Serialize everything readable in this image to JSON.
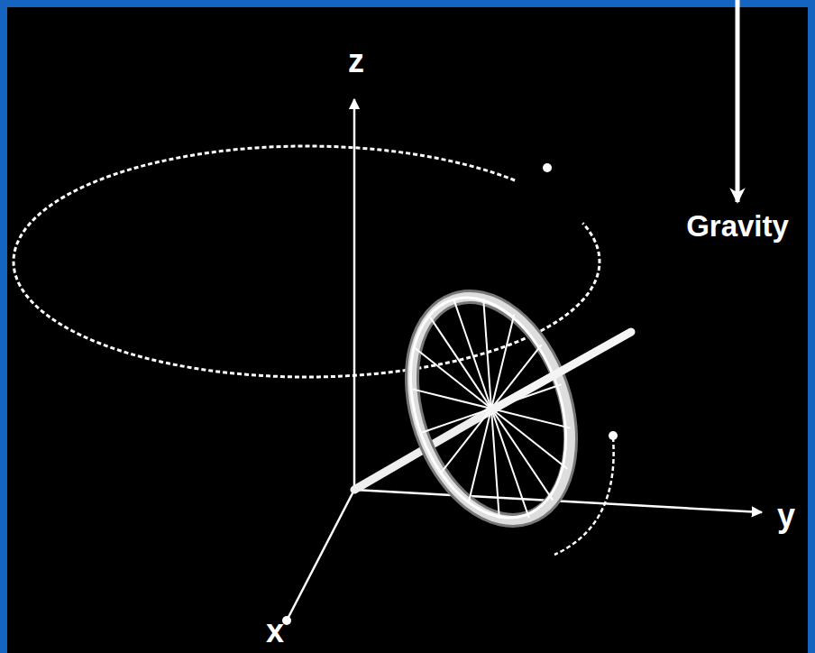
{
  "diagram": {
    "labels": [
      "z",
      "Gravity",
      "y",
      "x"
    ]
  }
}
